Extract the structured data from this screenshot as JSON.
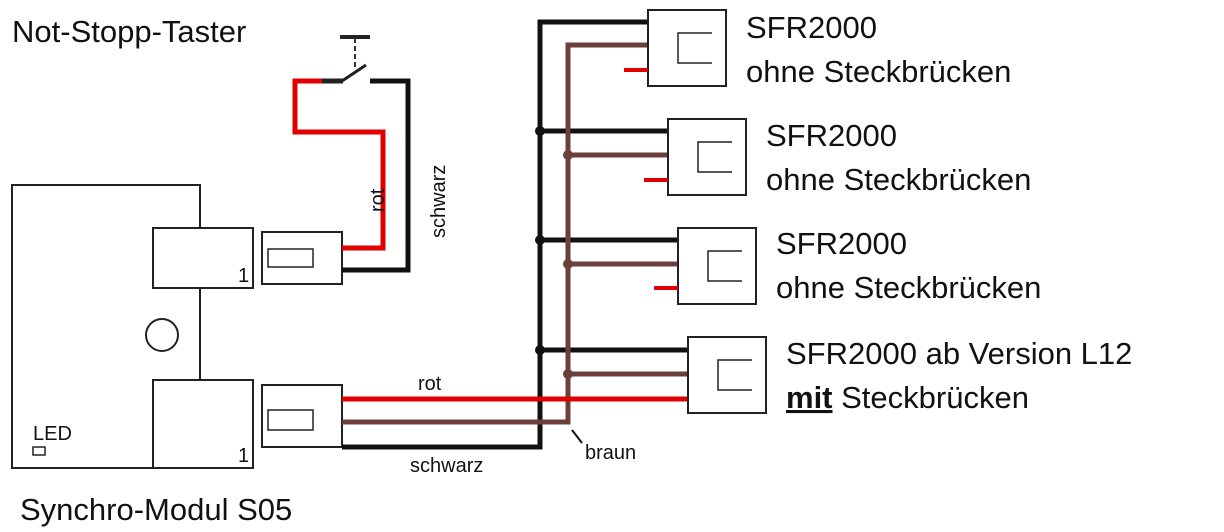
{
  "title_switch": "Not-Stopp-Taster",
  "module": {
    "name": "Synchro-Modul S05",
    "led_label": "LED",
    "connector_pin_label": "1"
  },
  "wire_labels": {
    "rot": "rot",
    "schwarz": "schwarz",
    "braun": "braun"
  },
  "devices": [
    {
      "line1": "SFR2000",
      "line2": "ohne Steckbrücken"
    },
    {
      "line1": "SFR2000",
      "line2": "ohne Steckbrücken"
    },
    {
      "line1": "SFR2000",
      "line2": "ohne Steckbrücken"
    },
    {
      "line1": "SFR2000 ab Version L12",
      "line2_emphasis": "mit",
      "line2_rest": " Steckbrücken"
    }
  ],
  "colors": {
    "red_wire": "#e00000",
    "black_wire": "#111111",
    "brown_wire": "#6b3f3b"
  }
}
